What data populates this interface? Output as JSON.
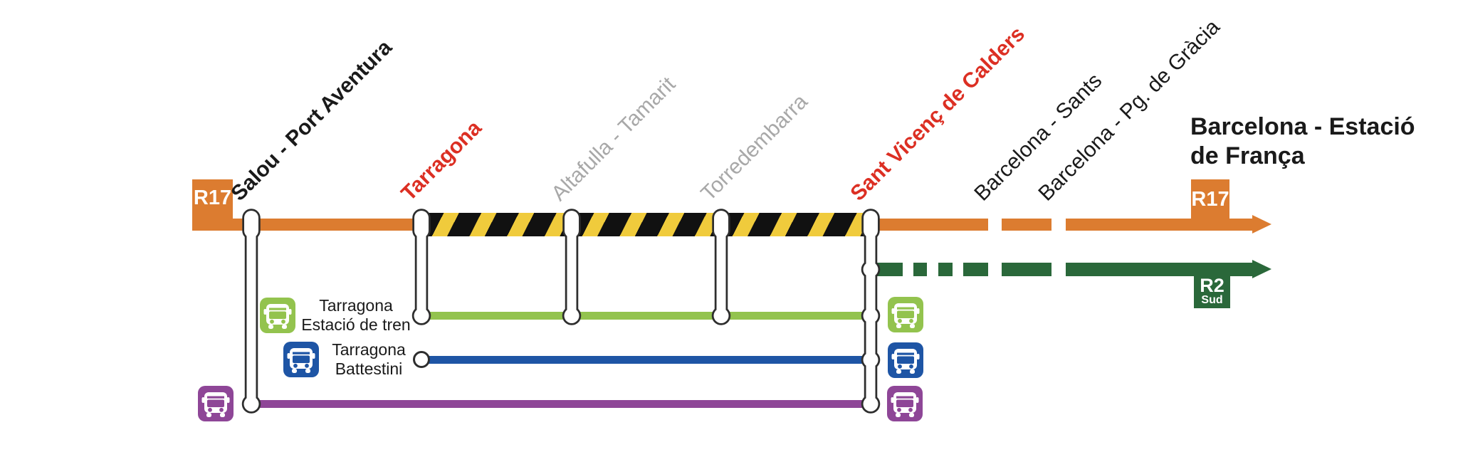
{
  "badges": {
    "r17_left": "R17",
    "r17_right": "R17",
    "r2": "R2",
    "r2_sub": "Sud"
  },
  "stations": {
    "salou": "Salou - Port Aventura",
    "tarragona": "Tarragona",
    "altafulla": "Altafulla - Tamarit",
    "torredembarra": "Torredembarra",
    "sant_vicenc": "Sant Vicenç de Calders",
    "bcn_sants": "Barcelona - Sants",
    "bcn_pg_gracia": "Barcelona - Pg. de Gràcia",
    "bcn_franca": {
      "line_1": "Barcelona - Estació",
      "line_2": "de França"
    }
  },
  "bus_shuttles": {
    "estacio": {
      "line_1": "Tarragona",
      "line_2": "Estació de tren"
    },
    "battestini": {
      "line_1": "Tarragona",
      "line_2": "Battestini"
    }
  },
  "colors": {
    "r17_orange": "#DC7C30",
    "r2_green": "#2A683A",
    "shuttle_light_green": "#93C34E",
    "shuttle_blue": "#1E55A5",
    "shuttle_purple": "#8E4697",
    "hazard_yellow": "#F0CB3C",
    "hazard_black": "#111111",
    "disrupted_station_red": "#DC2F23",
    "not_served_station_gray": "#A8A8A8",
    "station_label_black": "#1A1A1A",
    "marker_outline": "#2E2E2E"
  }
}
